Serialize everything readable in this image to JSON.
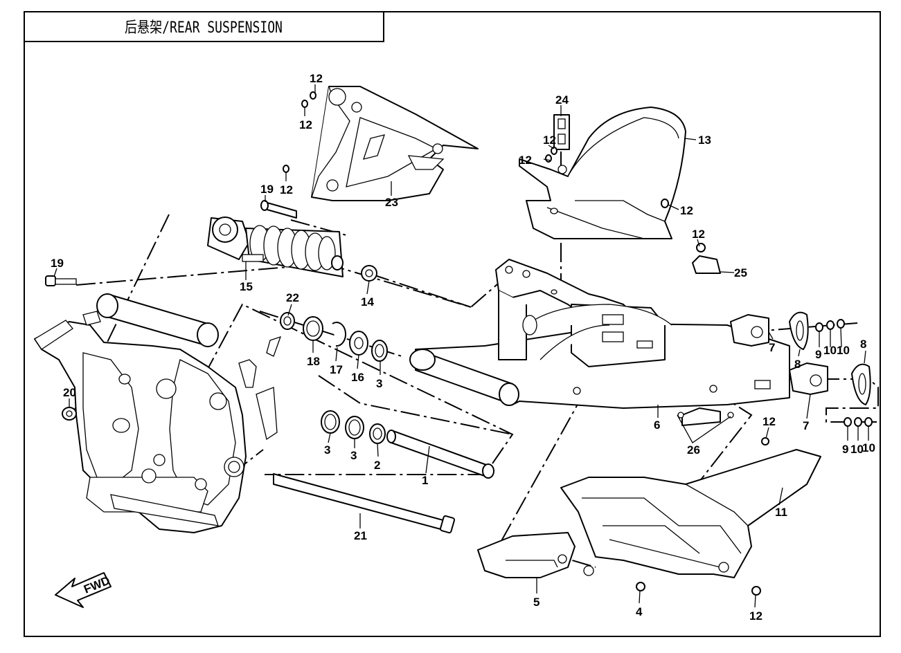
{
  "title": "后悬架/REAR SUSPENSION",
  "fwd_label": "FWD",
  "callouts": {
    "c1": "1",
    "c2": "2",
    "c3a": "3",
    "c3b": "3",
    "c3c": "3",
    "c4": "4",
    "c5": "5",
    "c6": "6",
    "c7a": "7",
    "c7b": "7",
    "c8a": "8",
    "c8b": "8",
    "c9a": "9",
    "c9b": "9",
    "c10a": "10",
    "c10b": "10",
    "c10c": "10",
    "c10d": "10",
    "c11": "11",
    "c12a": "12",
    "c12b": "12",
    "c12c": "12",
    "c12d": "12",
    "c12e": "12",
    "c12f": "12",
    "c12g": "12",
    "c12h": "12",
    "c12i": "12",
    "c13": "13",
    "c14": "14",
    "c15": "15",
    "c16": "16",
    "c17": "17",
    "c18": "18",
    "c19a": "19",
    "c19b": "19",
    "c20": "20",
    "c21": "21",
    "c22": "22",
    "c23": "23",
    "c24": "24",
    "c25": "25",
    "c26": "26"
  }
}
